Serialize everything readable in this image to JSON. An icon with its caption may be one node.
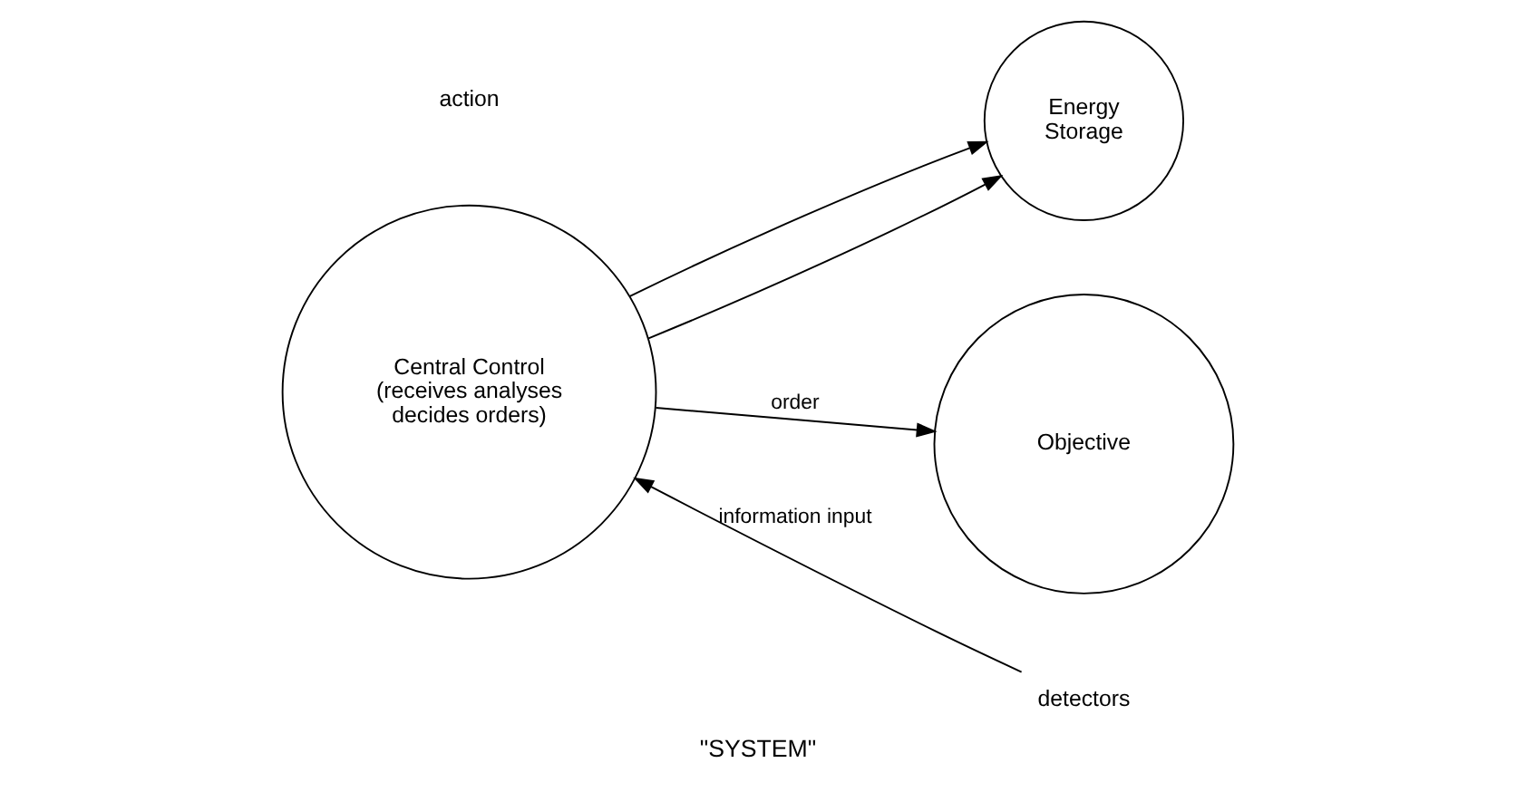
{
  "diagram": {
    "caption": "\"SYSTEM\"",
    "nodes": [
      {
        "text": [
          "Central Control",
          "(receives analyses decides orders)"
        ]
      },
      {
        "text": [
          "Energy Storage"
        ]
      },
      {
        "text": [
          "Objective"
        ]
      },
      {
        "text": [
          "detectors"
        ]
      }
    ],
    "edges": [
      {
        "from": 0,
        "to": 2,
        "arrow": "to",
        "label": "order"
      },
      {
        "from": 0,
        "to": 1,
        "arrow": "to"
      },
      {
        "from": 0,
        "to": 1,
        "arrow": "to"
      },
      {
        "from": 3,
        "to": 0,
        "arrow": "to",
        "label": "information input"
      }
    ],
    "labels": [
      "action"
    ]
  }
}
